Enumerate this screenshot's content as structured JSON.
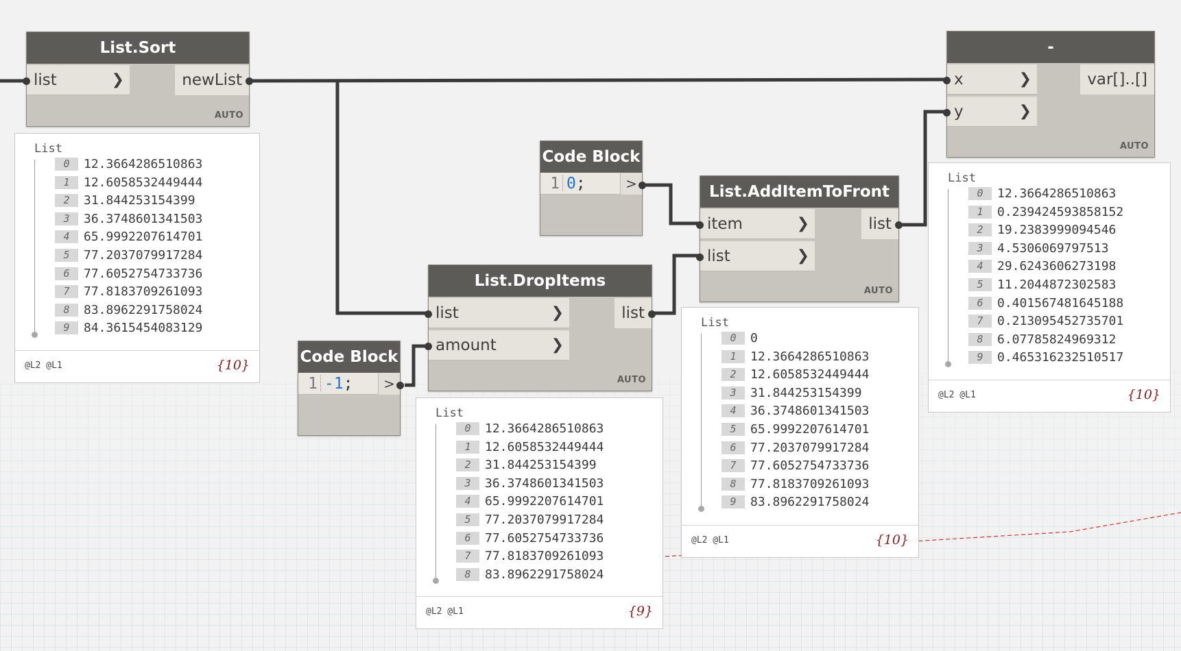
{
  "nodes": {
    "sort": {
      "title": "List.Sort",
      "input": "list",
      "output": "newList",
      "lacing": "AUTO"
    },
    "drop": {
      "title": "List.DropItems",
      "inputs": [
        "list",
        "amount"
      ],
      "output": "list",
      "lacing": "AUTO"
    },
    "add": {
      "title": "List.AddItemToFront",
      "inputs": [
        "item",
        "list"
      ],
      "output": "list",
      "lacing": "AUTO"
    },
    "minus": {
      "title": "-",
      "inputs": [
        "x",
        "y"
      ],
      "output": "var[]..[]",
      "lacing": "AUTO"
    },
    "code1": {
      "title": "Code Block",
      "line": "1",
      "code": "0",
      "semicolon": ";",
      "output": ">"
    },
    "code2": {
      "title": "Code Block",
      "line": "1",
      "code": "-1",
      "semicolon": ";",
      "output": ">"
    }
  },
  "watches": {
    "sort": {
      "title": "List",
      "items": [
        "12.3664286510863",
        "12.6058532449444",
        "31.844253154399",
        "36.3748601341503",
        "65.9992207614701",
        "77.2037079917284",
        "77.6052754733736",
        "77.8183709261093",
        "83.8962291758024",
        "84.3615454083129"
      ],
      "levels": "@L2 @L1",
      "count": "{10}"
    },
    "drop": {
      "title": "List",
      "items": [
        "12.3664286510863",
        "12.6058532449444",
        "31.844253154399",
        "36.3748601341503",
        "65.9992207614701",
        "77.2037079917284",
        "77.6052754733736",
        "77.8183709261093",
        "83.8962291758024"
      ],
      "levels": "@L2 @L1",
      "count": "{9}"
    },
    "add": {
      "title": "List",
      "items": [
        "0",
        "12.3664286510863",
        "12.6058532449444",
        "31.844253154399",
        "36.3748601341503",
        "65.9992207614701",
        "77.2037079917284",
        "77.6052754733736",
        "77.8183709261093",
        "83.8962291758024"
      ],
      "levels": "@L2 @L1",
      "count": "{10}"
    },
    "minus": {
      "title": "List",
      "items": [
        "12.3664286510863",
        "0.239424593858152",
        "19.2383999094546",
        "4.5306069797513",
        "29.6243606273198",
        "11.2044872302583",
        "0.401567481645188",
        "0.213095452735701",
        "6.07785824969312",
        "0.465316232510517"
      ],
      "levels": "@L2 @L1",
      "count": "{10}"
    }
  },
  "colors": {
    "background": "#f2f2f2",
    "grid": "#c9d6e0",
    "wire": "#3a3a3a",
    "title_bar": "#5d5b57",
    "code_number": "#1e74d6",
    "count_text": "#8b1c1c"
  }
}
